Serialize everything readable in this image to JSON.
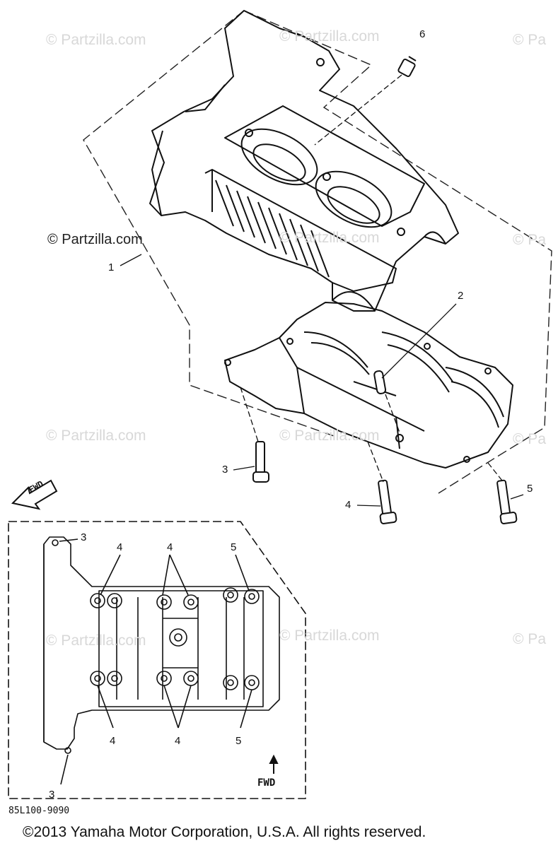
{
  "watermarks": {
    "text": "© Partzilla.com",
    "partial": "© Pa",
    "featured": "© Partzilla.com"
  },
  "callouts": {
    "c1": "1",
    "c2": "2",
    "c3": "3",
    "c4": "4",
    "c5": "5",
    "c6": "6"
  },
  "fwd_label": "FWD",
  "part_code": "85L100-9090",
  "copyright": "©2013  Yamaha Motor Corporation, U.S.A. All rights reserved."
}
